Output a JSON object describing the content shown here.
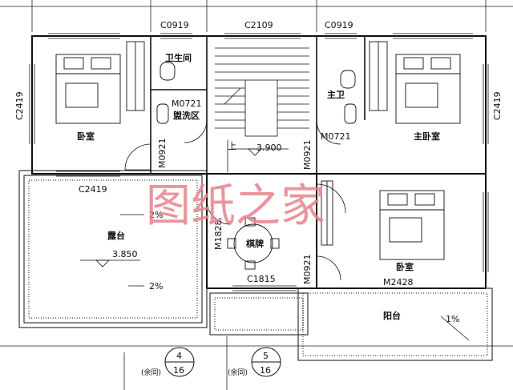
{
  "windows": {
    "top_left": "C0919",
    "top_mid": "C2109",
    "top_right": "C0919",
    "left_side": "C2419",
    "right_side": "C2419",
    "left_lower": "C2419",
    "bottom_mid": "C1815"
  },
  "doors": {
    "wc_left": "M0721",
    "bed_left": "M0921",
    "stair_right": "M0921",
    "wc_right": "M0721",
    "mahjong": "M1828",
    "bed_lower": "M0921",
    "balcony": "M2428"
  },
  "rooms": {
    "bedroom_left": "卧室",
    "bathroom": "卫生间",
    "washroom": "盥洗区",
    "master_bath": "主卫",
    "master_bedroom": "主卧室",
    "terrace": "露台",
    "mahjong_room": "棋牌",
    "bedroom_lower": "卧室",
    "balcony": "阳台"
  },
  "levels": {
    "stair": "3.900",
    "terrace": "3.850",
    "stair_up": "上"
  },
  "slopes": {
    "terrace_top": "2%",
    "terrace_bottom": "2%",
    "balcony": "1%"
  },
  "axes": {
    "left": {
      "number": "4",
      "sheet": "16",
      "note": "(余同)"
    },
    "right": {
      "number": "5",
      "sheet": "16",
      "note": "(余同)"
    }
  },
  "watermark": "图纸之家"
}
